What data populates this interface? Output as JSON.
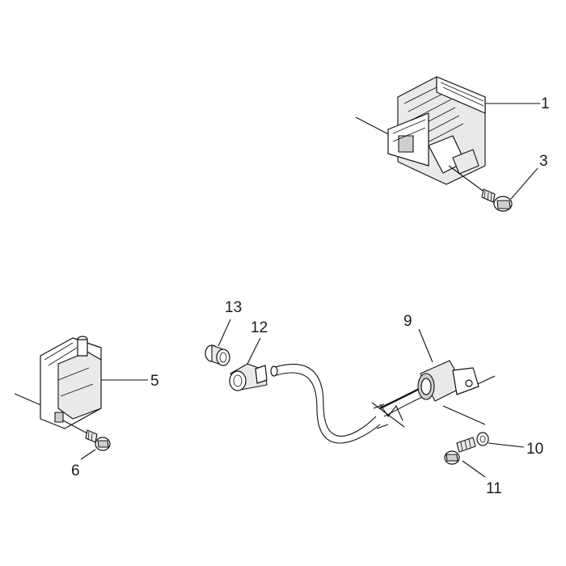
{
  "diagram": {
    "callouts": [
      {
        "id": "1",
        "label": "1"
      },
      {
        "id": "3",
        "label": "3"
      },
      {
        "id": "5",
        "label": "5"
      },
      {
        "id": "6",
        "label": "6"
      },
      {
        "id": "9",
        "label": "9"
      },
      {
        "id": "10",
        "label": "10"
      },
      {
        "id": "11",
        "label": "11"
      },
      {
        "id": "12",
        "label": "12"
      },
      {
        "id": "13",
        "label": "13"
      }
    ]
  }
}
